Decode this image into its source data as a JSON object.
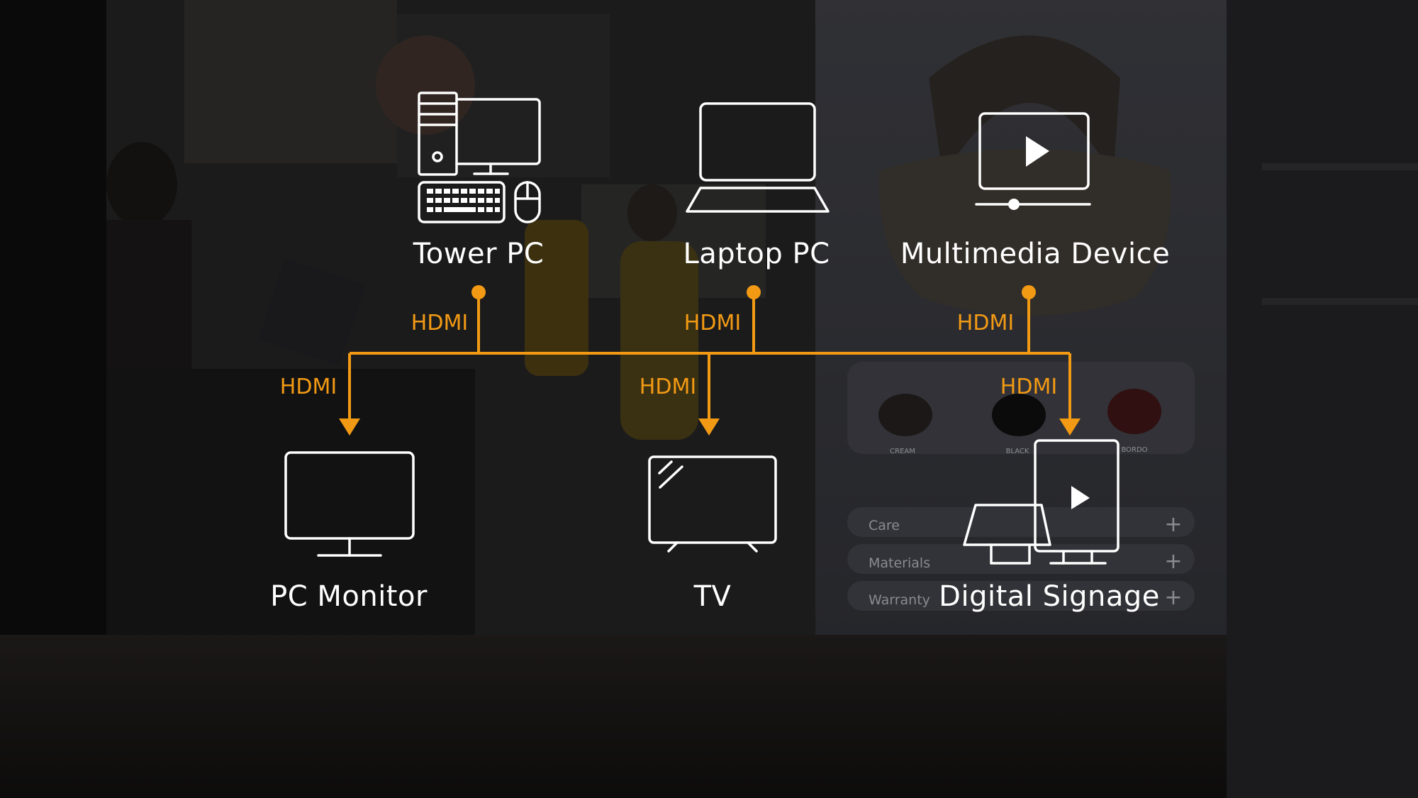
{
  "colors": {
    "accent": "#f29a14",
    "icon": "#ffffff"
  },
  "sources": [
    {
      "id": "tower",
      "label": "Tower PC",
      "icon": "tower-pc-icon"
    },
    {
      "id": "laptop",
      "label": "Laptop PC",
      "icon": "laptop-icon"
    },
    {
      "id": "media",
      "label": "Multimedia Device",
      "icon": "multimedia-player-icon"
    }
  ],
  "targets": [
    {
      "id": "monitor",
      "label": "PC Monitor",
      "icon": "pc-monitor-icon"
    },
    {
      "id": "tv",
      "label": "TV",
      "icon": "tv-icon"
    },
    {
      "id": "signage",
      "label": "Digital Signage",
      "icon": "digital-signage-icon"
    }
  ],
  "connections": {
    "source_cable_labels": [
      "HDMI",
      "HDMI",
      "HDMI"
    ],
    "target_cable_labels": [
      "HDMI",
      "HDMI",
      "HDMI"
    ]
  },
  "background_screen": {
    "products": [
      "CREAM",
      "BLACK",
      "BORDO"
    ],
    "menu_items": [
      "Care",
      "Materials",
      "Warranty"
    ],
    "expand_symbol": "+"
  }
}
